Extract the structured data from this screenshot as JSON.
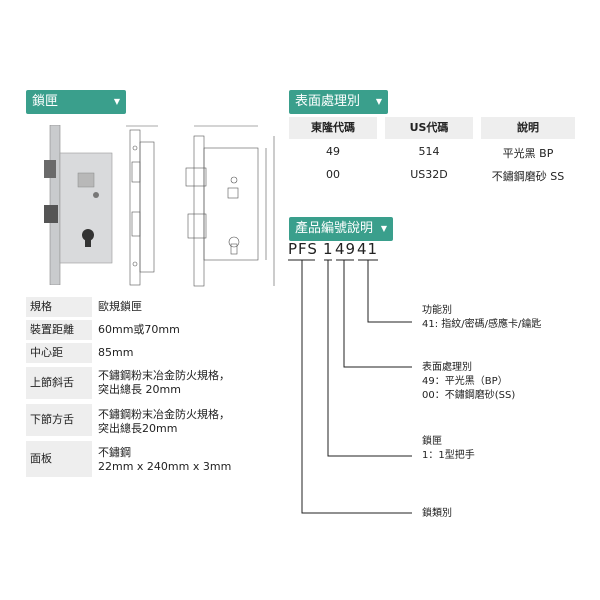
{
  "lock_section": {
    "title": "鎖匣"
  },
  "surface_section": {
    "title": "表面處理別",
    "headers": [
      "東隆代碼",
      "US代碼",
      "說明"
    ],
    "rows": [
      [
        "49",
        "514",
        "平光黑 BP"
      ],
      [
        "00",
        "US32D",
        "不鏽鋼磨砂 SS"
      ]
    ]
  },
  "code_section": {
    "title": "產品編號說明",
    "code_parts": [
      "PFS",
      "1",
      "49",
      "41"
    ]
  },
  "legend": [
    {
      "title": "功能別",
      "lines": [
        "41: 指紋/密碼/感應卡/鑰匙"
      ]
    },
    {
      "title": "表面處理別",
      "lines": [
        "49：平光黑（BP）",
        "00：不鏽鋼磨砂(SS)"
      ]
    },
    {
      "title": "鎖匣",
      "lines": [
        "1：1型把手"
      ]
    },
    {
      "title": "鎖類別",
      "lines": []
    }
  ],
  "specs": [
    {
      "key": "規格",
      "value": [
        "歐規鎖匣"
      ]
    },
    {
      "key": "裝置距離",
      "value": [
        "60mm或70mm"
      ]
    },
    {
      "key": "中心距",
      "value": [
        "85mm"
      ]
    },
    {
      "key": "上節斜舌",
      "value": [
        "不鏽鋼粉末冶金防火規格，",
        "突出總長 20mm"
      ]
    },
    {
      "key": "下節方舌",
      "value": [
        "不鏽鋼粉末冶金防火規格，",
        "突出總長20mm"
      ]
    },
    {
      "key": "面板",
      "value": [
        "不鏽鋼",
        "22mm x 240mm x 3mm"
      ]
    }
  ],
  "colors": {
    "accent": "#3a9f8c",
    "header_bg": "#eeeeee"
  }
}
